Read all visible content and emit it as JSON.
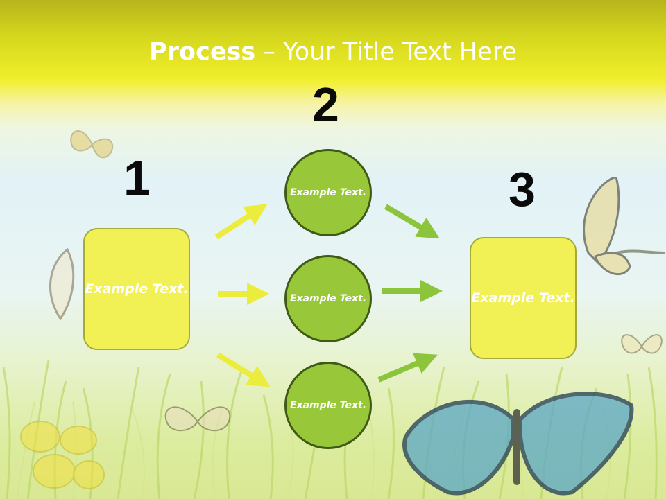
{
  "title": {
    "bold": "Process",
    "rest": " – Your Title Text Here"
  },
  "steps": [
    {
      "number": "1",
      "text": "Example Text."
    },
    {
      "number": "2",
      "items": [
        "Example Text.",
        "Example Text.",
        "Example Text."
      ]
    },
    {
      "number": "3",
      "text": "Example Text."
    }
  ],
  "colors": {
    "box_fill": "#f1f055",
    "circle_fill": "#98c83a",
    "circle_border": "#3e5a14",
    "arrow_yellow": "#ecec3c",
    "arrow_green": "#8cc43c"
  }
}
